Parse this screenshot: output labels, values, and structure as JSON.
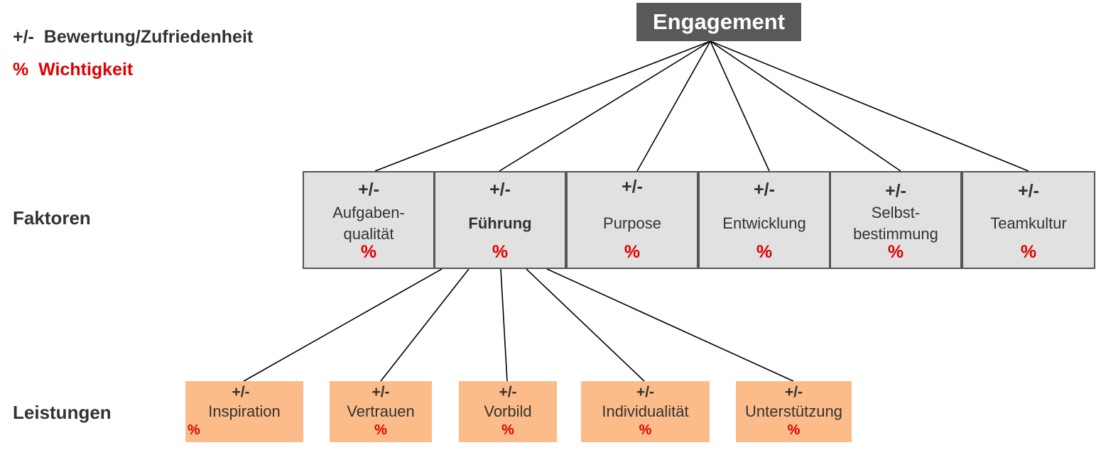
{
  "legend": {
    "rating": "+/-  Bewertung/Zufriedenheit",
    "importance": "%  Wichtigkeit"
  },
  "root": {
    "label": "Engagement"
  },
  "row_labels": {
    "factors": "Faktoren",
    "services": "Leistungen"
  },
  "factors": [
    {
      "rating": "+/-",
      "label": "Aufgaben-\nqualität",
      "importance": "%",
      "bold": false
    },
    {
      "rating": "+/-",
      "label": "Führung",
      "importance": "%",
      "bold": true
    },
    {
      "rating": "+/-",
      "label": "Purpose",
      "importance": "%",
      "bold": false
    },
    {
      "rating": "+/-",
      "label": "Entwicklung",
      "importance": "%",
      "bold": false
    },
    {
      "rating": "+/-",
      "label": "Selbst-\nbestimmung",
      "importance": "%",
      "bold": false
    },
    {
      "rating": "+/-",
      "label": "Teamkultur",
      "importance": "%",
      "bold": false
    }
  ],
  "services": [
    {
      "rating": "+/-",
      "label": "Inspiration",
      "importance": "%"
    },
    {
      "rating": "+/-",
      "label": "Vertrauen",
      "importance": "%"
    },
    {
      "rating": "+/-",
      "label": "Vorbild",
      "importance": "%"
    },
    {
      "rating": "+/-",
      "label": "Individualität",
      "importance": "%"
    },
    {
      "rating": "+/-",
      "label": "Unterstützung",
      "importance": "%"
    }
  ],
  "colors": {
    "root_fill": "#595959",
    "factor_fill": "#e1e1e1",
    "service_fill": "#fbbc8a",
    "importance_text": "#e00000",
    "text": "#333333"
  }
}
